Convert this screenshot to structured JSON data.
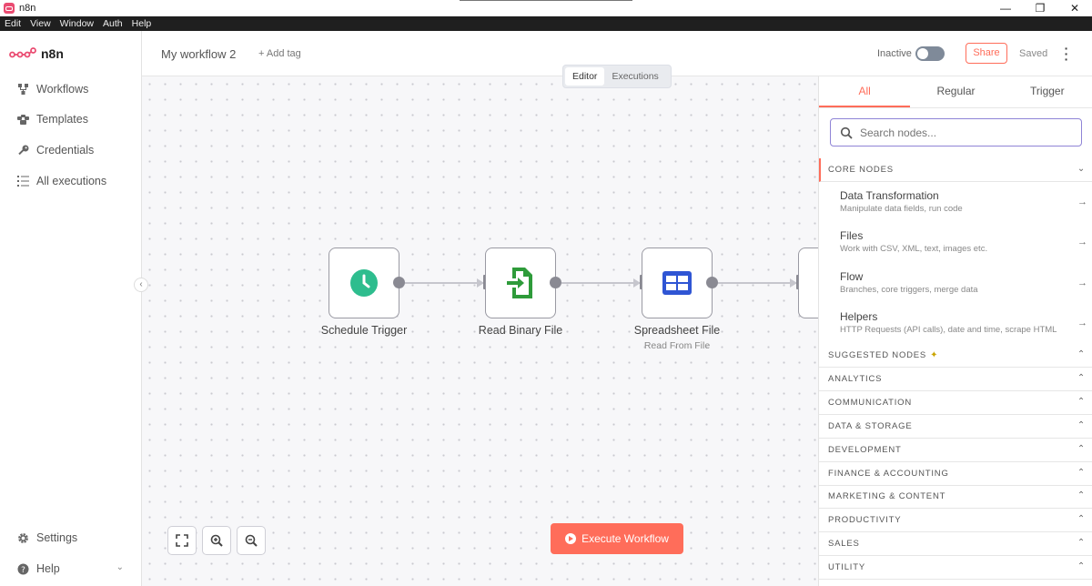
{
  "window": {
    "title": "n8n",
    "controls": [
      "—",
      "❐",
      "✕"
    ]
  },
  "menu": [
    "Edit",
    "View",
    "Window",
    "Auth",
    "Help"
  ],
  "sidebar": {
    "brand": "n8n",
    "items": [
      {
        "label": "Workflows",
        "icon": "network-icon"
      },
      {
        "label": "Templates",
        "icon": "box-icon"
      },
      {
        "label": "Credentials",
        "icon": "key-icon"
      },
      {
        "label": "All executions",
        "icon": "list-icon"
      }
    ],
    "bottom": [
      {
        "label": "Settings",
        "icon": "gear-icon"
      },
      {
        "label": "Help",
        "icon": "help-icon"
      }
    ]
  },
  "header": {
    "workflow_name": "My workflow 2",
    "add_tag": "+ Add tag",
    "status": "Inactive",
    "share": "Share",
    "saved": "Saved"
  },
  "view_tabs": [
    "Editor",
    "Executions"
  ],
  "nodes": [
    {
      "label": "Schedule Trigger",
      "sub": ""
    },
    {
      "label": "Read Binary File",
      "sub": ""
    },
    {
      "label": "Spreadsheet File",
      "sub": "Read From File"
    }
  ],
  "execute_button": "Execute Workflow",
  "panel": {
    "tabs": [
      "All",
      "Regular",
      "Trigger"
    ],
    "search_placeholder": "Search nodes...",
    "core_title": "CORE NODES",
    "core_items": [
      {
        "title": "Data Transformation",
        "desc": "Manipulate data fields, run code"
      },
      {
        "title": "Files",
        "desc": "Work with CSV, XML, text, images etc."
      },
      {
        "title": "Flow",
        "desc": "Branches, core triggers, merge data"
      },
      {
        "title": "Helpers",
        "desc": "HTTP Requests (API calls), date and time, scrape HTML"
      }
    ],
    "categories": [
      "SUGGESTED NODES",
      "ANALYTICS",
      "COMMUNICATION",
      "DATA & STORAGE",
      "DEVELOPMENT",
      "FINANCE & ACCOUNTING",
      "MARKETING & CONTENT",
      "PRODUCTIVITY",
      "SALES",
      "UTILITY"
    ]
  },
  "colors": {
    "accent": "#ff6d5a",
    "brand": "#ea4b71",
    "schedule": "#2ebd8e",
    "binary": "#2e9b3a",
    "spreadsheet": "#2f55d4"
  }
}
